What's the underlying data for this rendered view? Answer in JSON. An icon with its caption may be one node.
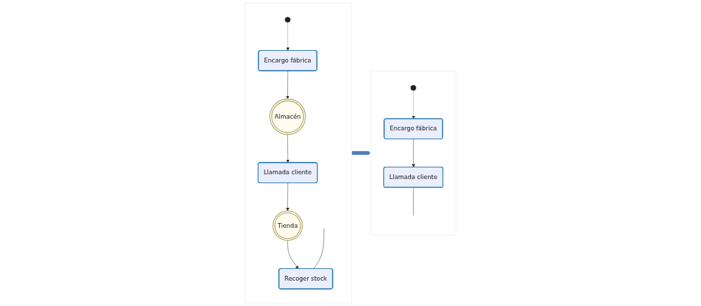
{
  "diagram": {
    "nodes": [
      {
        "text": [],
        "shape": "box"
      },
      {
        "text": [
          "Encargo fábrica"
        ],
        "in": 0
      },
      {
        "text": [
          "Almacén"
        ],
        "in": 0
      },
      {
        "text": [
          "Llamada cliente"
        ],
        "in": 0
      },
      {
        "text": [
          "Tienda"
        ],
        "in": 0
      },
      {
        "text": [
          "Recoger stock"
        ],
        "in": 0
      },
      {
        "text": [],
        "shape": "box"
      },
      {
        "text": [
          "Encargo fábrica"
        ],
        "in": 6
      },
      {
        "text": [
          "Llamada cliente"
        ],
        "in": 6
      }
    ],
    "edges": [
      {
        "from": null,
        "to": 1,
        "arrow": "to",
        "style": "dashed"
      },
      {
        "from": 1,
        "to": 2,
        "arrow": "to"
      },
      {
        "from": 2,
        "to": 3,
        "arrow": "to"
      },
      {
        "from": 3,
        "to": 4,
        "arrow": "to"
      },
      {
        "from": 4,
        "to": 5,
        "arrow": "to"
      },
      {
        "from": null,
        "to": 5,
        "arrow": "none"
      },
      {
        "from": null,
        "to": 7,
        "arrow": "to",
        "style": "dashed"
      },
      {
        "from": 7,
        "to": 8,
        "arrow": "to"
      },
      {
        "from": 8,
        "to": null,
        "arrow": "none"
      },
      {
        "from": 0,
        "to": 6,
        "arrow": "to",
        "style": "thick",
        "color": "#4f7cc0"
      }
    ]
  }
}
